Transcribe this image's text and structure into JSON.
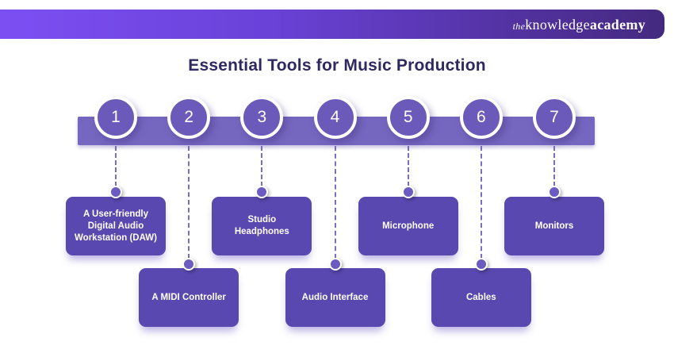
{
  "brand": {
    "prefix": "the",
    "word1": "knowledge",
    "word2": "academy"
  },
  "header": {
    "title": "Essential Tools for Music Production"
  },
  "timeline": {
    "items": [
      {
        "number": "1",
        "label": "A User-friendly Digital Audio Workstation (DAW)"
      },
      {
        "number": "2",
        "label": "A MIDI Controller"
      },
      {
        "number": "3",
        "label": "Studio Headphones"
      },
      {
        "number": "4",
        "label": "Audio Interface"
      },
      {
        "number": "5",
        "label": "Microphone"
      },
      {
        "number": "6",
        "label": "Cables"
      },
      {
        "number": "7",
        "label": "Monitors"
      }
    ]
  },
  "colors": {
    "banner_gradient_start": "#7c4ff3",
    "banner_gradient_end": "#44297f",
    "timeline_bar": "#7567bf",
    "step_circle": "#6b5aba",
    "card": "#5948af",
    "connector_dash": "#7b6ccb",
    "title_text": "#2e2960",
    "text_on_purple": "#ffffff"
  }
}
